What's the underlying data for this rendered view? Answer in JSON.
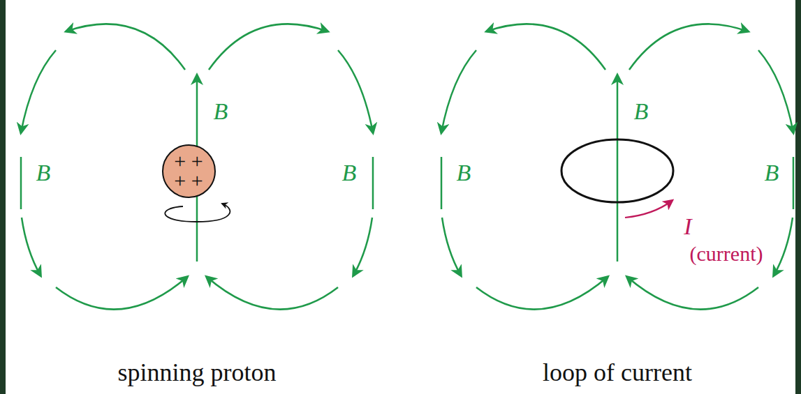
{
  "diagram": {
    "nodes": [
      {
        "text": [
          "+ +",
          "+ +"
        ]
      }
    ],
    "labels": [
      "B",
      "B",
      "B",
      "spinning proton",
      "B",
      "B",
      "B",
      "I",
      "(current)",
      "loop of current"
    ]
  }
}
